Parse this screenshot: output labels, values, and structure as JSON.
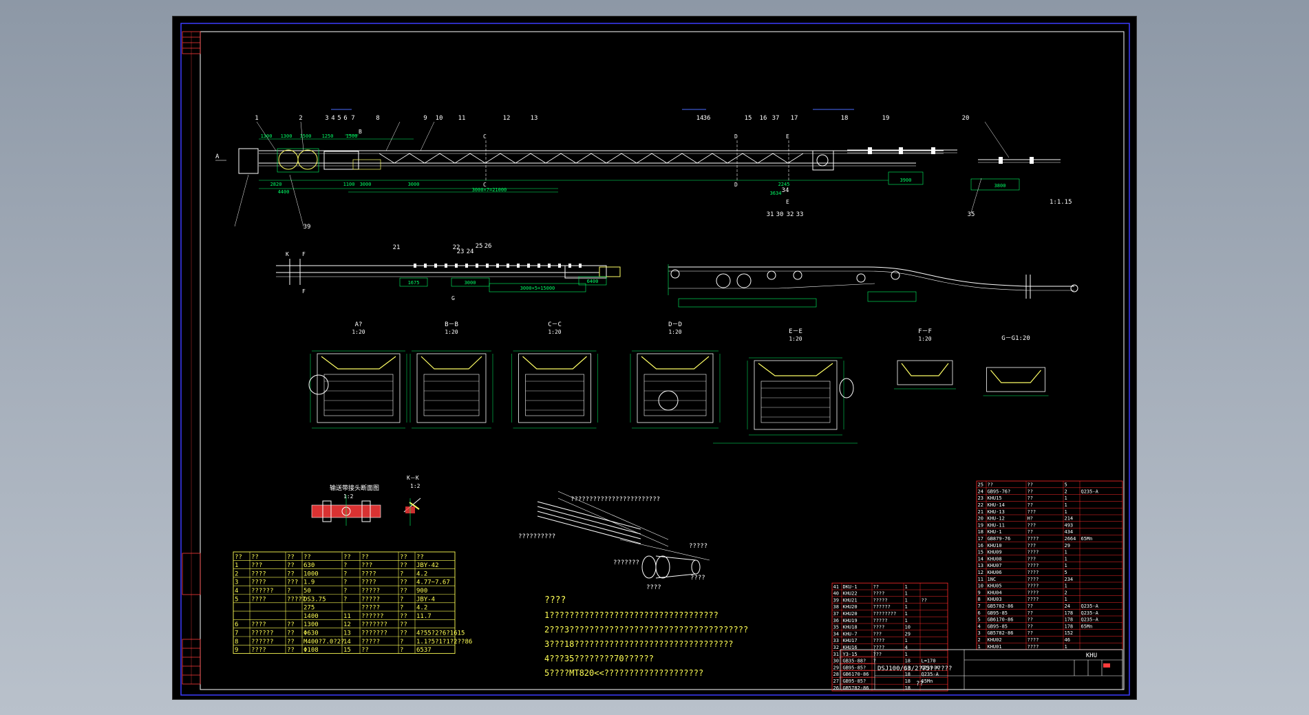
{
  "colors": {
    "background": "#000000",
    "frame_blue": "#3c3cff",
    "frame_white": "#ffffff",
    "structure": "#ffffff",
    "dimension": "#00ff66",
    "number": "#ffff66",
    "section": "#ffffff",
    "title_block": "#ff3b3b",
    "table_yellow": "#ffff55",
    "table_red": "#ff2a2a",
    "label_blue": "#4a6bff"
  },
  "labels": {
    "view_scale": "1:1.15",
    "transition_label": "??????????",
    "pulley_view_label": "????????????????????????",
    "part_label_lower": "???????",
    "part_label_right": "?????",
    "part_label_small": "????",
    "part_label_small2": "????",
    "splice_title": "输送带接头断面图",
    "splice_scale": "1:2",
    "kk_title": "K－K",
    "kk_scale": "1:2",
    "tech_title": "????"
  },
  "balloons_top": [
    "1",
    "2",
    "3",
    "4",
    "5",
    "6",
    "7",
    "8",
    "9",
    "10",
    "11",
    "12",
    "13",
    "14",
    "15",
    "16",
    "17",
    "18",
    "19",
    "20",
    "37",
    "36",
    "39",
    "31",
    "30",
    "32",
    "33",
    "34",
    "35"
  ],
  "dims_top": [
    "1300",
    "1300",
    "1500",
    "1250",
    "1500",
    "2820",
    "1100",
    "4400",
    "3000",
    "3000×7=21000",
    "3000",
    "2245",
    "3634",
    "3800",
    "3900"
  ],
  "balloons_mid": [
    "21",
    "22",
    "23",
    "24",
    "25",
    "26"
  ],
  "dims_mid": [
    "1675",
    "3000",
    "3000×5=15000",
    "6400"
  ],
  "sections": [
    {
      "title": "A?",
      "scale": "1:20"
    },
    {
      "title": "B－B",
      "scale": "1:20"
    },
    {
      "title": "C－C",
      "scale": "1:20"
    },
    {
      "title": "D－D",
      "scale": "1:20"
    },
    {
      "title": "E－E",
      "scale": "1:20"
    },
    {
      "title": "F－F",
      "scale": "1:20"
    },
    {
      "title": "G－G1:20",
      "scale": ""
    }
  ],
  "params": {
    "header": [
      "??",
      "??",
      "??",
      "??",
      "??",
      "??",
      "??",
      "??"
    ],
    "rows": [
      [
        "1",
        "???",
        "??",
        "630",
        "?",
        "???",
        "??",
        "JBY-42"
      ],
      [
        "2",
        "????",
        "??",
        "1000",
        "?",
        "????",
        "?",
        "4.2"
      ],
      [
        "3",
        "????",
        "???",
        "1.9",
        "?",
        "????",
        "??",
        "4.77~7.67"
      ],
      [
        "4",
        "??????",
        "?",
        "50",
        "?",
        "?????",
        "??",
        "900"
      ],
      [
        "5",
        "????",
        "?????",
        "DS3.75",
        "?",
        "?????",
        "?",
        "JBY-4"
      ],
      [
        "",
        "",
        "",
        "275",
        "",
        "?????",
        "?",
        "4.2"
      ],
      [
        "",
        "",
        "",
        "1400",
        "11",
        "??????",
        "??",
        "11.7"
      ],
      [
        "6",
        "????",
        "??",
        "1300",
        "12",
        "???????",
        "??",
        ""
      ],
      [
        "7",
        "??????",
        "??",
        "Φ630",
        "13",
        "???????",
        "??",
        "4?55?2?6?1615"
      ],
      [
        "8",
        "??????",
        "??",
        "M400?7.0?2?",
        "14",
        "?????",
        "?",
        "1.1?5?1?1?2??86"
      ],
      [
        "9",
        "????",
        "??",
        "Φ108",
        "15",
        "??",
        "?",
        "6537"
      ]
    ]
  },
  "tech_notes": [
    "1??????????????????????????????????",
    "2???3????????????????????????????????????",
    "3???18????????????????????????????????",
    "4???35????????70??????",
    "5????MT820<<????????????????????"
  ],
  "bom_left": [
    [
      "41",
      "DKU-1",
      "??",
      "1",
      ""
    ],
    [
      "40",
      "KHU22",
      "????",
      "1",
      ""
    ],
    [
      "39",
      "KHU21",
      "?????",
      "1",
      "??"
    ],
    [
      "38",
      "KHU20",
      "??????",
      "1",
      ""
    ],
    [
      "37",
      "KHU20",
      "????????",
      "1",
      ""
    ],
    [
      "36",
      "KHU19",
      "?????",
      "1",
      ""
    ],
    [
      "35",
      "KHU18",
      "????",
      "10",
      ""
    ],
    [
      "34",
      "KHU-7",
      "???",
      "29",
      ""
    ],
    [
      "33",
      "KHU17",
      "????",
      "1",
      ""
    ],
    [
      "32",
      "KHU16",
      "????",
      "4",
      ""
    ],
    [
      "31",
      "Y3-15",
      "???",
      "1",
      ""
    ],
    [
      "30",
      "GB35-88?",
      "?",
      "18",
      "L=170"
    ],
    [
      "29",
      "GB95-85?",
      "",
      "18",
      "Q235-A"
    ],
    [
      "28",
      "GB6170-86",
      "",
      "18",
      "Q235-A"
    ],
    [
      "27",
      "GB95-85?",
      "",
      "18",
      "65Mn"
    ],
    [
      "26",
      "GB5782-86",
      "",
      "18",
      ""
    ]
  ],
  "bom_right": [
    [
      "25",
      "??",
      "??",
      "5",
      ""
    ],
    [
      "24",
      "GB95-76?",
      "??",
      "2",
      "Q235-A"
    ],
    [
      "23",
      "KHU15",
      "??",
      "1",
      ""
    ],
    [
      "22",
      "KHU-14",
      "??",
      "1",
      ""
    ],
    [
      "21",
      "KHU-13",
      "???",
      "1",
      ""
    ],
    [
      "20",
      "KHU-12",
      "H?",
      "214",
      ""
    ],
    [
      "19",
      "KHU-11",
      "???",
      "493",
      ""
    ],
    [
      "18",
      "KHU-1",
      "??",
      "434",
      ""
    ],
    [
      "17",
      "GB879-76",
      "????",
      "2664",
      "65Mn"
    ],
    [
      "16",
      "KHU10",
      "???",
      "29",
      ""
    ],
    [
      "15",
      "KHU09",
      "????",
      "1",
      ""
    ],
    [
      "14",
      "KHU08",
      "???",
      "1",
      ""
    ],
    [
      "13",
      "KHU07",
      "????",
      "1",
      ""
    ],
    [
      "12",
      "KHU06",
      "????",
      "5",
      ""
    ],
    [
      "11",
      "1NC",
      "????",
      "234",
      ""
    ],
    [
      "10",
      "KHU05",
      "????",
      "1",
      ""
    ],
    [
      "9",
      "KHU04",
      "????",
      "2",
      ""
    ],
    [
      "8",
      "KHU03",
      "????",
      "1",
      ""
    ],
    [
      "7",
      "GB5782-86",
      "??",
      "24",
      "Q235-A"
    ],
    [
      "6",
      "GB95-85",
      "??",
      "178",
      "Q235-A"
    ],
    [
      "5",
      "GB6170-86",
      "??",
      "178",
      "Q235-A"
    ],
    [
      "4",
      "GB95-85",
      "??",
      "178",
      "65Mn"
    ],
    [
      "3",
      "GB5782-86",
      "??",
      "152",
      ""
    ],
    [
      "2",
      "KHU02",
      "????",
      "46",
      ""
    ],
    [
      "1",
      "KHU01",
      "????",
      "1",
      ""
    ]
  ],
  "title_block": {
    "code": "KHU",
    "drawing_title": "DSJ100/63/2?75??????",
    "note": "??"
  }
}
